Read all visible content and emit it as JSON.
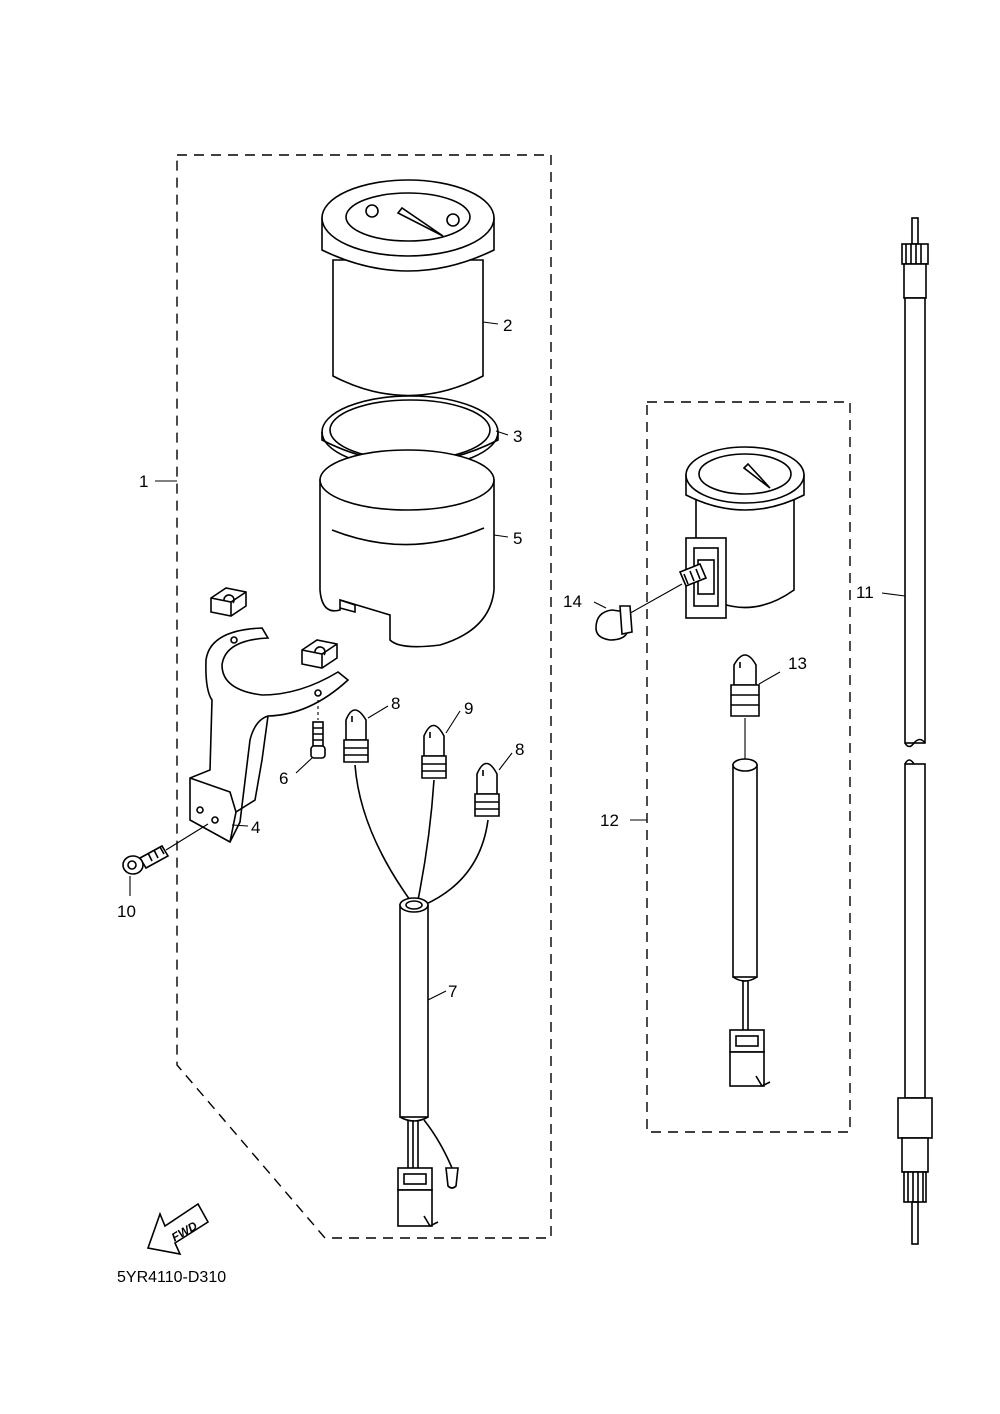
{
  "callouts": {
    "c1": "1",
    "c2": "2",
    "c3": "3",
    "c4": "4",
    "c5": "5",
    "c6": "6",
    "c7": "7",
    "c8a": "8",
    "c8b": "8",
    "c9": "9",
    "c10": "10",
    "c11": "11",
    "c12": "12",
    "c13": "13",
    "c14": "14"
  },
  "fwd_label": "FWD",
  "diagram_code": "5YR4110-D310"
}
